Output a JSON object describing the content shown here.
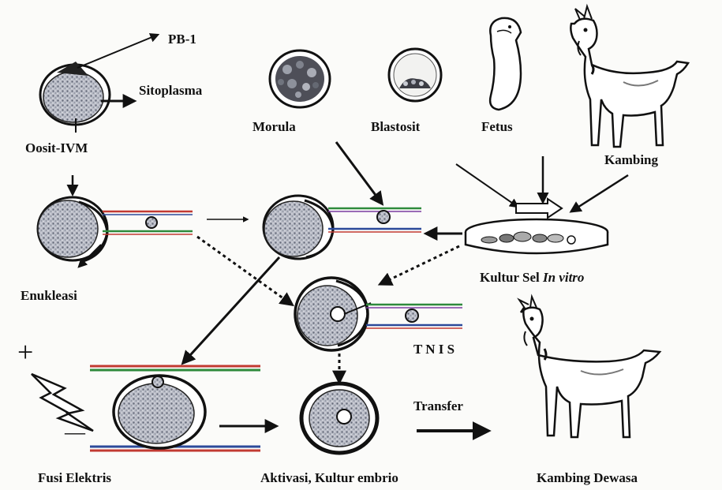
{
  "labels": {
    "pb1": "PB-1",
    "sitoplasma": "Sitoplasma",
    "oosit_ivm": "Oosit-IVM",
    "morula": "Morula",
    "blastosit": "Blastosit",
    "fetus": "Fetus",
    "kambing": "Kambing",
    "enukleasi": "Enukleasi",
    "kultur_sel_prefix": "Kultur Sel ",
    "kultur_sel_italic": "In vitro",
    "tnis": "T N I S",
    "transfer": "Transfer",
    "fusi_elektris": "Fusi Elektris",
    "aktivasi": "Aktivasi, Kultur embrio",
    "kambing_dewasa": "Kambing Dewasa",
    "plus_sign": "+",
    "minus_sign": "—"
  },
  "icons": {
    "goat": "goat-illustration",
    "fetus": "fetus-illustration",
    "lightning": "lightning-bolt"
  }
}
